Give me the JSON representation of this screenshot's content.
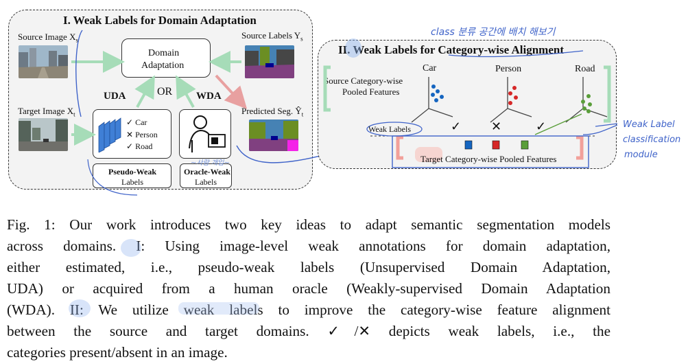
{
  "panel1": {
    "title": "I. Weak Labels for Domain Adaptation",
    "source_image": "Source Image X",
    "source_image_sub": "s",
    "source_labels": "Source Labels Y",
    "source_labels_sub": "s",
    "target_image": "Target Image X",
    "target_image_sub": "t",
    "predicted_seg": "Predicted Seg. Ŷ",
    "predicted_seg_sub": "t",
    "domain_adaptation_line1": "Domain",
    "domain_adaptation_line2": "Adaptation",
    "or_label": "OR",
    "uda_label": "UDA",
    "wda_label": "WDA",
    "uda_classes": [
      {
        "mark": "✓",
        "name": "Car"
      },
      {
        "mark": "✕",
        "name": "Person"
      },
      {
        "mark": "✓",
        "name": "Road"
      }
    ],
    "pseudo_weak_line1": "Pseudo-Weak",
    "pseudo_weak_line2": "Labels",
    "oracle_weak_line1": "Oracle-Weak",
    "oracle_weak_line2": "Labels"
  },
  "panel2": {
    "title": "II. Weak Labels for Category-wise Alignment",
    "source_features_line1": "Source Category-wise",
    "source_features_line2": "Pooled Features",
    "categories": [
      "Car",
      "Person",
      "Road"
    ],
    "weak_labels": "Weak Labels",
    "weak_marks": [
      "✓",
      "✕",
      "✓"
    ],
    "target_features": "Target Category-wise Pooled Features",
    "colors": {
      "car": "#1565c0",
      "person": "#d62828",
      "road": "#5a9e3a"
    }
  },
  "annotations": {
    "top_note": "class 분류 공간에 배치 해보기",
    "right_note_line1": "Weak Label",
    "right_note_line2": "classification",
    "right_note_line3": "module",
    "under_oracle": "~사람 개입~"
  },
  "caption": {
    "lines": [
      "Fig. 1: Our work introduces two key ideas to adapt semantic segmentation models",
      "across domains. I: Using image-level weak annotations for domain adaptation,",
      "either estimated, i.e., pseudo-weak labels (Unsupervised Domain Adaptation,",
      "UDA) or acquired from a human oracle (Weakly-supervised Domain Adaptation",
      "(WDA). II: We utilize weak labels to improve the category-wise feature alignment",
      "between the source and target domains. ✓/✕ depicts weak labels, i.e., the",
      "categories present/absent in an image."
    ]
  }
}
